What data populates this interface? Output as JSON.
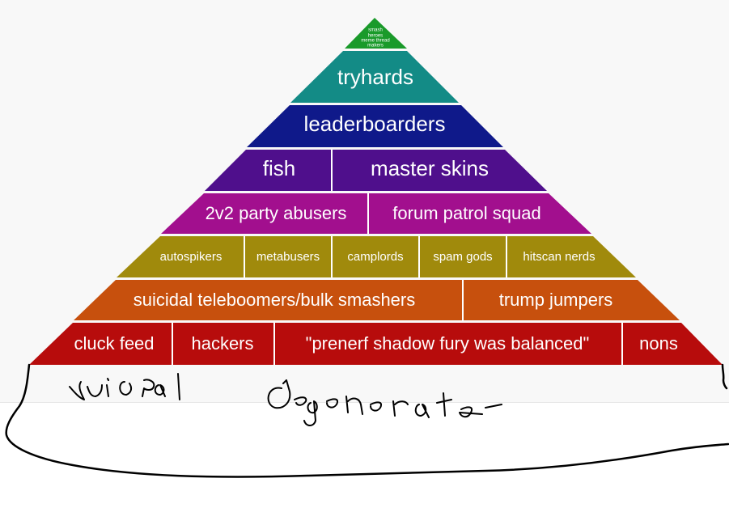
{
  "pyramid": {
    "tier0": {
      "line1": "smash",
      "line2": "heroes",
      "line3": "meme thread",
      "line4": "makers",
      "color": "#1a9a2a"
    },
    "tier1": {
      "cells": [
        "tryhards"
      ],
      "color": "#138b86"
    },
    "tier2": {
      "cells": [
        "leaderboarders"
      ],
      "color": "#0f198a"
    },
    "tier3": {
      "cells": [
        "fish",
        "master skins"
      ],
      "color": "#4f0f8c"
    },
    "tier4": {
      "cells": [
        "2v2 party abusers",
        "forum patrol squad"
      ],
      "color": "#a20f8e"
    },
    "tier5": {
      "cells": [
        "autospikers",
        "metabusers",
        "camplords",
        "spam gods",
        "hitscan nerds"
      ],
      "color": "#a08a0c"
    },
    "tier6": {
      "cells": [
        "suicidal teleboomers/bulk smashers",
        "trump jumpers"
      ],
      "color": "#c7500d"
    },
    "tier7": {
      "cells": [
        "cluck feed",
        "hackers",
        "\"prenerf shadow fury was balanced\"",
        "nons"
      ],
      "color": "#b70c0c"
    }
  },
  "handwriting": {
    "base_label": "suicidal degenerate"
  }
}
